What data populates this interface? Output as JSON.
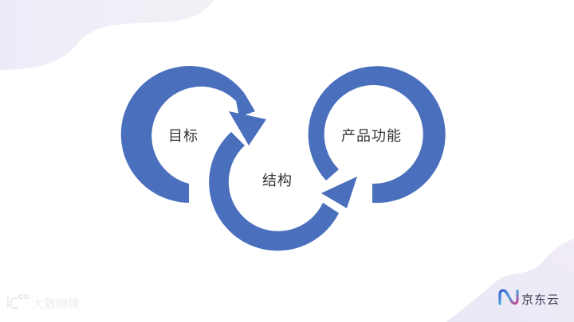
{
  "diagram": {
    "type": "cycle",
    "nodes": [
      {
        "id": "goal",
        "label": "目标"
      },
      {
        "id": "structure",
        "label": "结构"
      },
      {
        "id": "product",
        "label": "产品功能"
      }
    ],
    "edges": [
      {
        "from": "goal",
        "to": "structure"
      },
      {
        "from": "structure",
        "to": "product"
      }
    ],
    "ring_color": "#4a6fbd"
  },
  "watermark": {
    "text": "大数跨境"
  },
  "brand": {
    "name": "京东云"
  },
  "colors": {
    "background": "#ffffff",
    "ring": "#4a6fbd",
    "decor_blob": "#eeeef8",
    "label_text": "#333333"
  }
}
